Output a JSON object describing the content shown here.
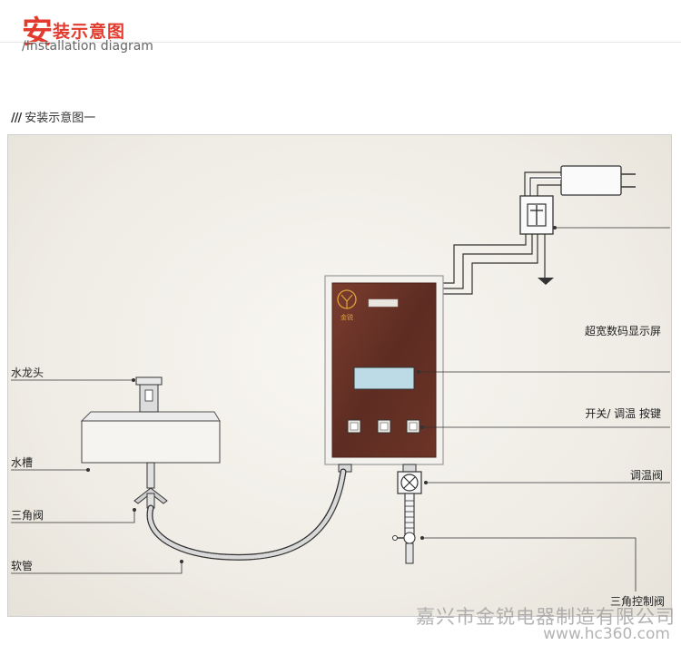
{
  "header": {
    "title_first_char": "安",
    "title_rest": "装示意图",
    "subtitle": "/Installation diagram"
  },
  "section": {
    "marker": "///",
    "title": "安装示意图一"
  },
  "labels": {
    "faucet": "水龙头",
    "sink": "水槽",
    "angle_valve": "三角阀",
    "hose": "软管",
    "display": "超宽数码显示屏",
    "switch_buttons": "开关/ 调温 按键",
    "temp_valve": "调温阀",
    "control_valve": "三角控制阀"
  },
  "watermark": {
    "company": "嘉兴市金锐电器制造有限公司",
    "url": "www.hc360.com"
  },
  "colors": {
    "brand_red": "#e23b2e",
    "heater_body": "#6f3528",
    "display_screen": "#bcdbe6"
  }
}
